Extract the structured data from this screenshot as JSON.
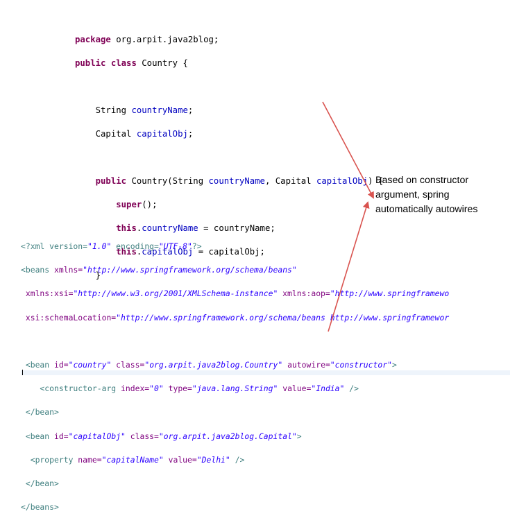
{
  "java_code": {
    "line1_kw": "package",
    "line1_rest": " org.arpit.java2blog;",
    "line2_kw1": "public",
    "line2_kw2": "class",
    "line2_rest": " Country {",
    "line3_type": "String ",
    "line3_field": "countryName",
    "line3_end": ";",
    "line4_type": "Capital ",
    "line4_field": "capitalObj",
    "line4_end": ";",
    "line5_kw": "public",
    "line5_a": " Country(String ",
    "line5_p1": "countryName",
    "line5_b": ", Capital ",
    "line5_p2": "capitalObj",
    "line5_c": ") {",
    "line6_kw": "super",
    "line6_rest": "();",
    "line7_kw": "this",
    "line7_dot": ".",
    "line7_field": "countryName",
    "line7_rest": " = countryName;",
    "line8_kw": "this",
    "line8_dot": ".",
    "line8_field": "capitalObj",
    "line8_rest": " = capitalObj;",
    "line9": "}"
  },
  "annotation": {
    "line1": "Based on constructor",
    "line2": "argument, spring",
    "line3": "automatically autowires"
  },
  "xml_code": {
    "l1_a": "<?xml version=",
    "l1_v1": "\"1.0\"",
    "l1_b": " encoding=",
    "l1_v2": "\"UTF-8\"",
    "l1_c": "?>",
    "l2_tag": "<beans",
    "l2_att": " xmlns=",
    "l2_val": "\"http://www.springframework.org/schema/beans\"",
    "l3_att": " xmlns:xsi=",
    "l3_val": "\"http://www.w3.org/2001/XMLSchema-instance\"",
    "l3_att2": " xmlns:aop=",
    "l3_val2": "\"http://www.springframewo",
    "l4_att": " xsi:schemaLocation=",
    "l4_val": "\"http://www.springframework.org/schema/beans http://www.springframewor",
    "l6_tag": " <bean",
    "l6_att1": " id=",
    "l6_val1": "\"country\"",
    "l6_att2": " class=",
    "l6_val2": "\"org.arpit.java2blog.Country\"",
    "l6_att3": " autowire=",
    "l6_val3": "\"constructor\"",
    "l6_end": ">",
    "l7_tag": "    <constructor-arg",
    "l7_att1": " index=",
    "l7_val1": "\"0\"",
    "l7_att2": " type=",
    "l7_val2": "\"java.lang.String\"",
    "l7_att3": " value=",
    "l7_val3": "\"India\"",
    "l7_end": " />",
    "l8": " </bean>",
    "l9_tag": " <bean",
    "l9_att1": " id=",
    "l9_val1": "\"capitalObj\"",
    "l9_att2": " class=",
    "l9_val2": "\"org.arpit.java2blog.Capital\"",
    "l9_end": ">",
    "l10_tag": "  <property",
    "l10_att1": " name=",
    "l10_val1": "\"capitalName\"",
    "l10_att2": " value=",
    "l10_val2": "\"Delhi\"",
    "l10_end": " />",
    "l11": " </bean>",
    "l12": "</beans>"
  },
  "colors": {
    "keyword": "#7f0055",
    "field": "#0000c0",
    "xml_tag": "#3f7f7f",
    "xml_attr": "#7f007f",
    "xml_string": "#2a00ff",
    "arrow": "#d9534f"
  }
}
